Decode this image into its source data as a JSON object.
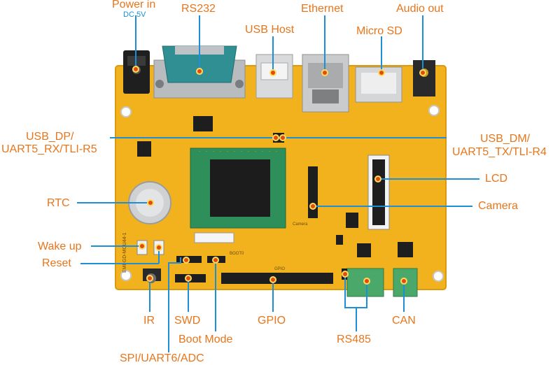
{
  "title": "",
  "colors": {
    "label": "#e8751a",
    "sublabel": "#1a8fd0",
    "leader": "#1e8fd6",
    "board": "#f2b21d",
    "board_edge": "#d99a12",
    "marker": "#e24a12"
  },
  "labels": {
    "power_in": "Power in",
    "power_spec": "DC 5V",
    "rs232": "RS232",
    "ethernet": "Ethernet",
    "audio_out": "Audio out",
    "usb_host": "USB Host",
    "micro_sd": "Micro SD",
    "usb_dp_1": "USB_DP/",
    "usb_dp_2": "UART5_RX/TLI-R5",
    "usb_dm_1": "USB_DM/",
    "usb_dm_2": "UART5_TX/TLI-R4",
    "lcd": "LCD",
    "rtc": "RTC",
    "camera": "Camera",
    "wake_up": "Wake up",
    "reset": "Reset",
    "ir": "IR",
    "swd": "SWD",
    "gpio": "GPIO",
    "rs485": "RS485",
    "can": "CAN",
    "boot_mode": "Boot Mode",
    "spi": "SPI/UART6/ADC"
  },
  "board_text": {
    "gpio_silk": "GPIO",
    "camera_silk": "Camera",
    "boot_silk": "BOOT0",
    "board_name": "EMI-GD-MCU44-1"
  },
  "icons": {
    "power_jack": "dc-jack-icon",
    "db9": "db9-connector-icon",
    "usb": "usb-port-icon",
    "rj45": "rj45-port-icon",
    "sd": "microsd-slot-icon",
    "audio": "audio-jack-icon"
  }
}
